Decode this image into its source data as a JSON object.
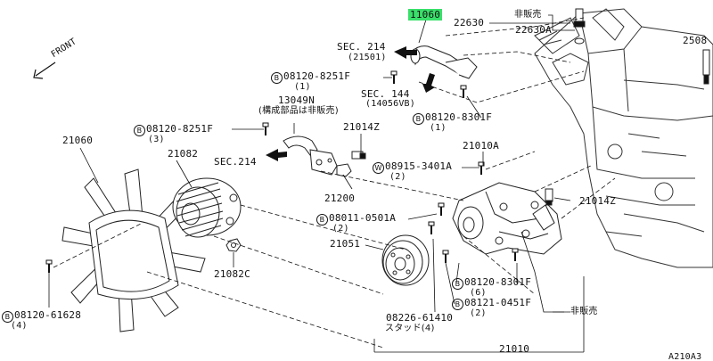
{
  "bolt_symbol": "B",
  "highlight_color": "#39e06a",
  "front": "FRONT",
  "p11060": "11060",
  "p22630": "22630",
  "hanbai": "非販売",
  "p22630A": "22630A",
  "p2508": "2508",
  "sec214a": "SEC. 214",
  "sec214a_sub": "(21501)",
  "b8251f_top": "08120-8251F",
  "b8251f_top_qty": "(1)",
  "sec144": "SEC. 144",
  "sec144_sub": "(14056VB)",
  "p13049n": "13049N",
  "p13049n_note": "(構成部品は非販売)",
  "b8301f_top": "08120-8301F",
  "b8301f_top_qty": "(1)",
  "b8251f_left": "08120-8251F",
  "b8251f_left_qty": "(3)",
  "p21014z_top": "21014Z",
  "p21010a": "21010A",
  "p21060": "21060",
  "p21082": "21082",
  "sec214b": "SEC.214",
  "w08915": "08915-3401A",
  "w08915_qty": "(2)",
  "p21200": "21200",
  "p21014z_right": "21014Z",
  "b08011": "08011-0501A",
  "b08011_qty": "(2)",
  "p21051": "21051",
  "p21082c": "21082C",
  "b8301f_low": "08120-8301F",
  "b8301f_low_qty": "(6)",
  "b0451f": "08121-0451F",
  "b0451f_qty": "(2)",
  "hanbai2": "非販売",
  "b61628": "08120-61628",
  "b61628_qty": "(4)",
  "stud": "08226-61410",
  "stud_note": "スタッド(4)",
  "p21010": "21010",
  "figcode": "A210A3"
}
